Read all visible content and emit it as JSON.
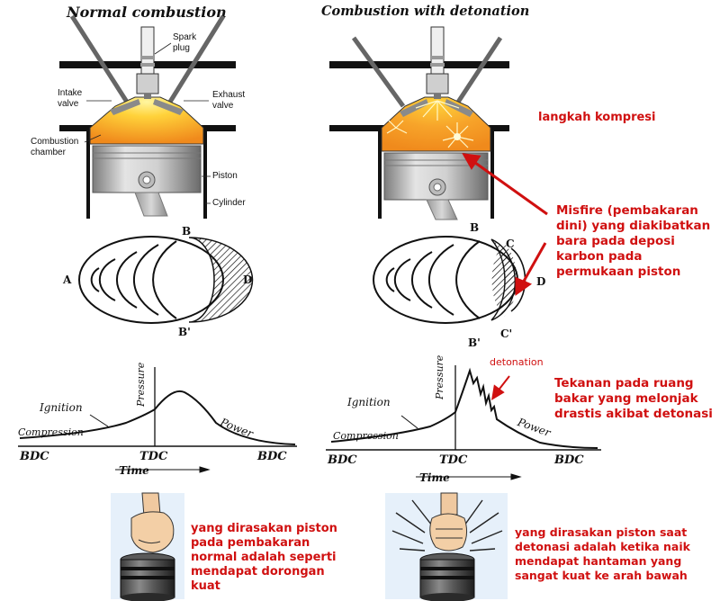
{
  "titles": {
    "normal": "Normal combustion",
    "detonation": "Combustion with detonation"
  },
  "engine_labels": {
    "spark_plug_line1": "Spark",
    "spark_plug_line2": "plug",
    "intake_line1": "Intake",
    "intake_line2": "valve",
    "exhaust_line1": "Exhaust",
    "exhaust_line2": "valve",
    "chamber_line1": "Combustion",
    "chamber_line2": "chamber",
    "piston": "Piston",
    "cylinder": "Cylinder"
  },
  "flame_front_labels": {
    "left": {
      "a": "A",
      "b": "B",
      "b_prime": "B'",
      "d": "D"
    },
    "right": {
      "b": "B",
      "c": "C",
      "c_prime": "C'",
      "b_prime": "B'",
      "d": "D"
    }
  },
  "pressure_graph": {
    "ylabel": "Pressure",
    "ignition": "Ignition",
    "compression": "Compression",
    "power": "Power",
    "bdc": "BDC",
    "tdc": "TDC",
    "time": "Time",
    "detonation_note": "detonation"
  },
  "annotations": {
    "compression_stroke": "langkah kompresi",
    "misfire": [
      "Misfire (pembakaran",
      "dini) yang diakibatkan",
      "bara pada deposi",
      "karbon pada",
      "permukaan piston"
    ],
    "pressure_spike": [
      "Tekanan pada ruang",
      "bakar yang melonjak",
      "drastis akibat detonasi"
    ],
    "normal_feel": [
      "yang dirasakan piston",
      "pada pembakaran",
      "normal adalah seperti",
      "mendapat dorongan",
      "kuat"
    ],
    "detonation_feel": [
      "yang dirasakan piston saat",
      "detonasi adalah ketika naik",
      "mendapat hantaman yang",
      "sangat kuat ke arah bawah"
    ]
  },
  "colors": {
    "annotation_red": "#d01010",
    "flame_orange": "#f5a623",
    "flame_yellow": "#ffe060"
  }
}
